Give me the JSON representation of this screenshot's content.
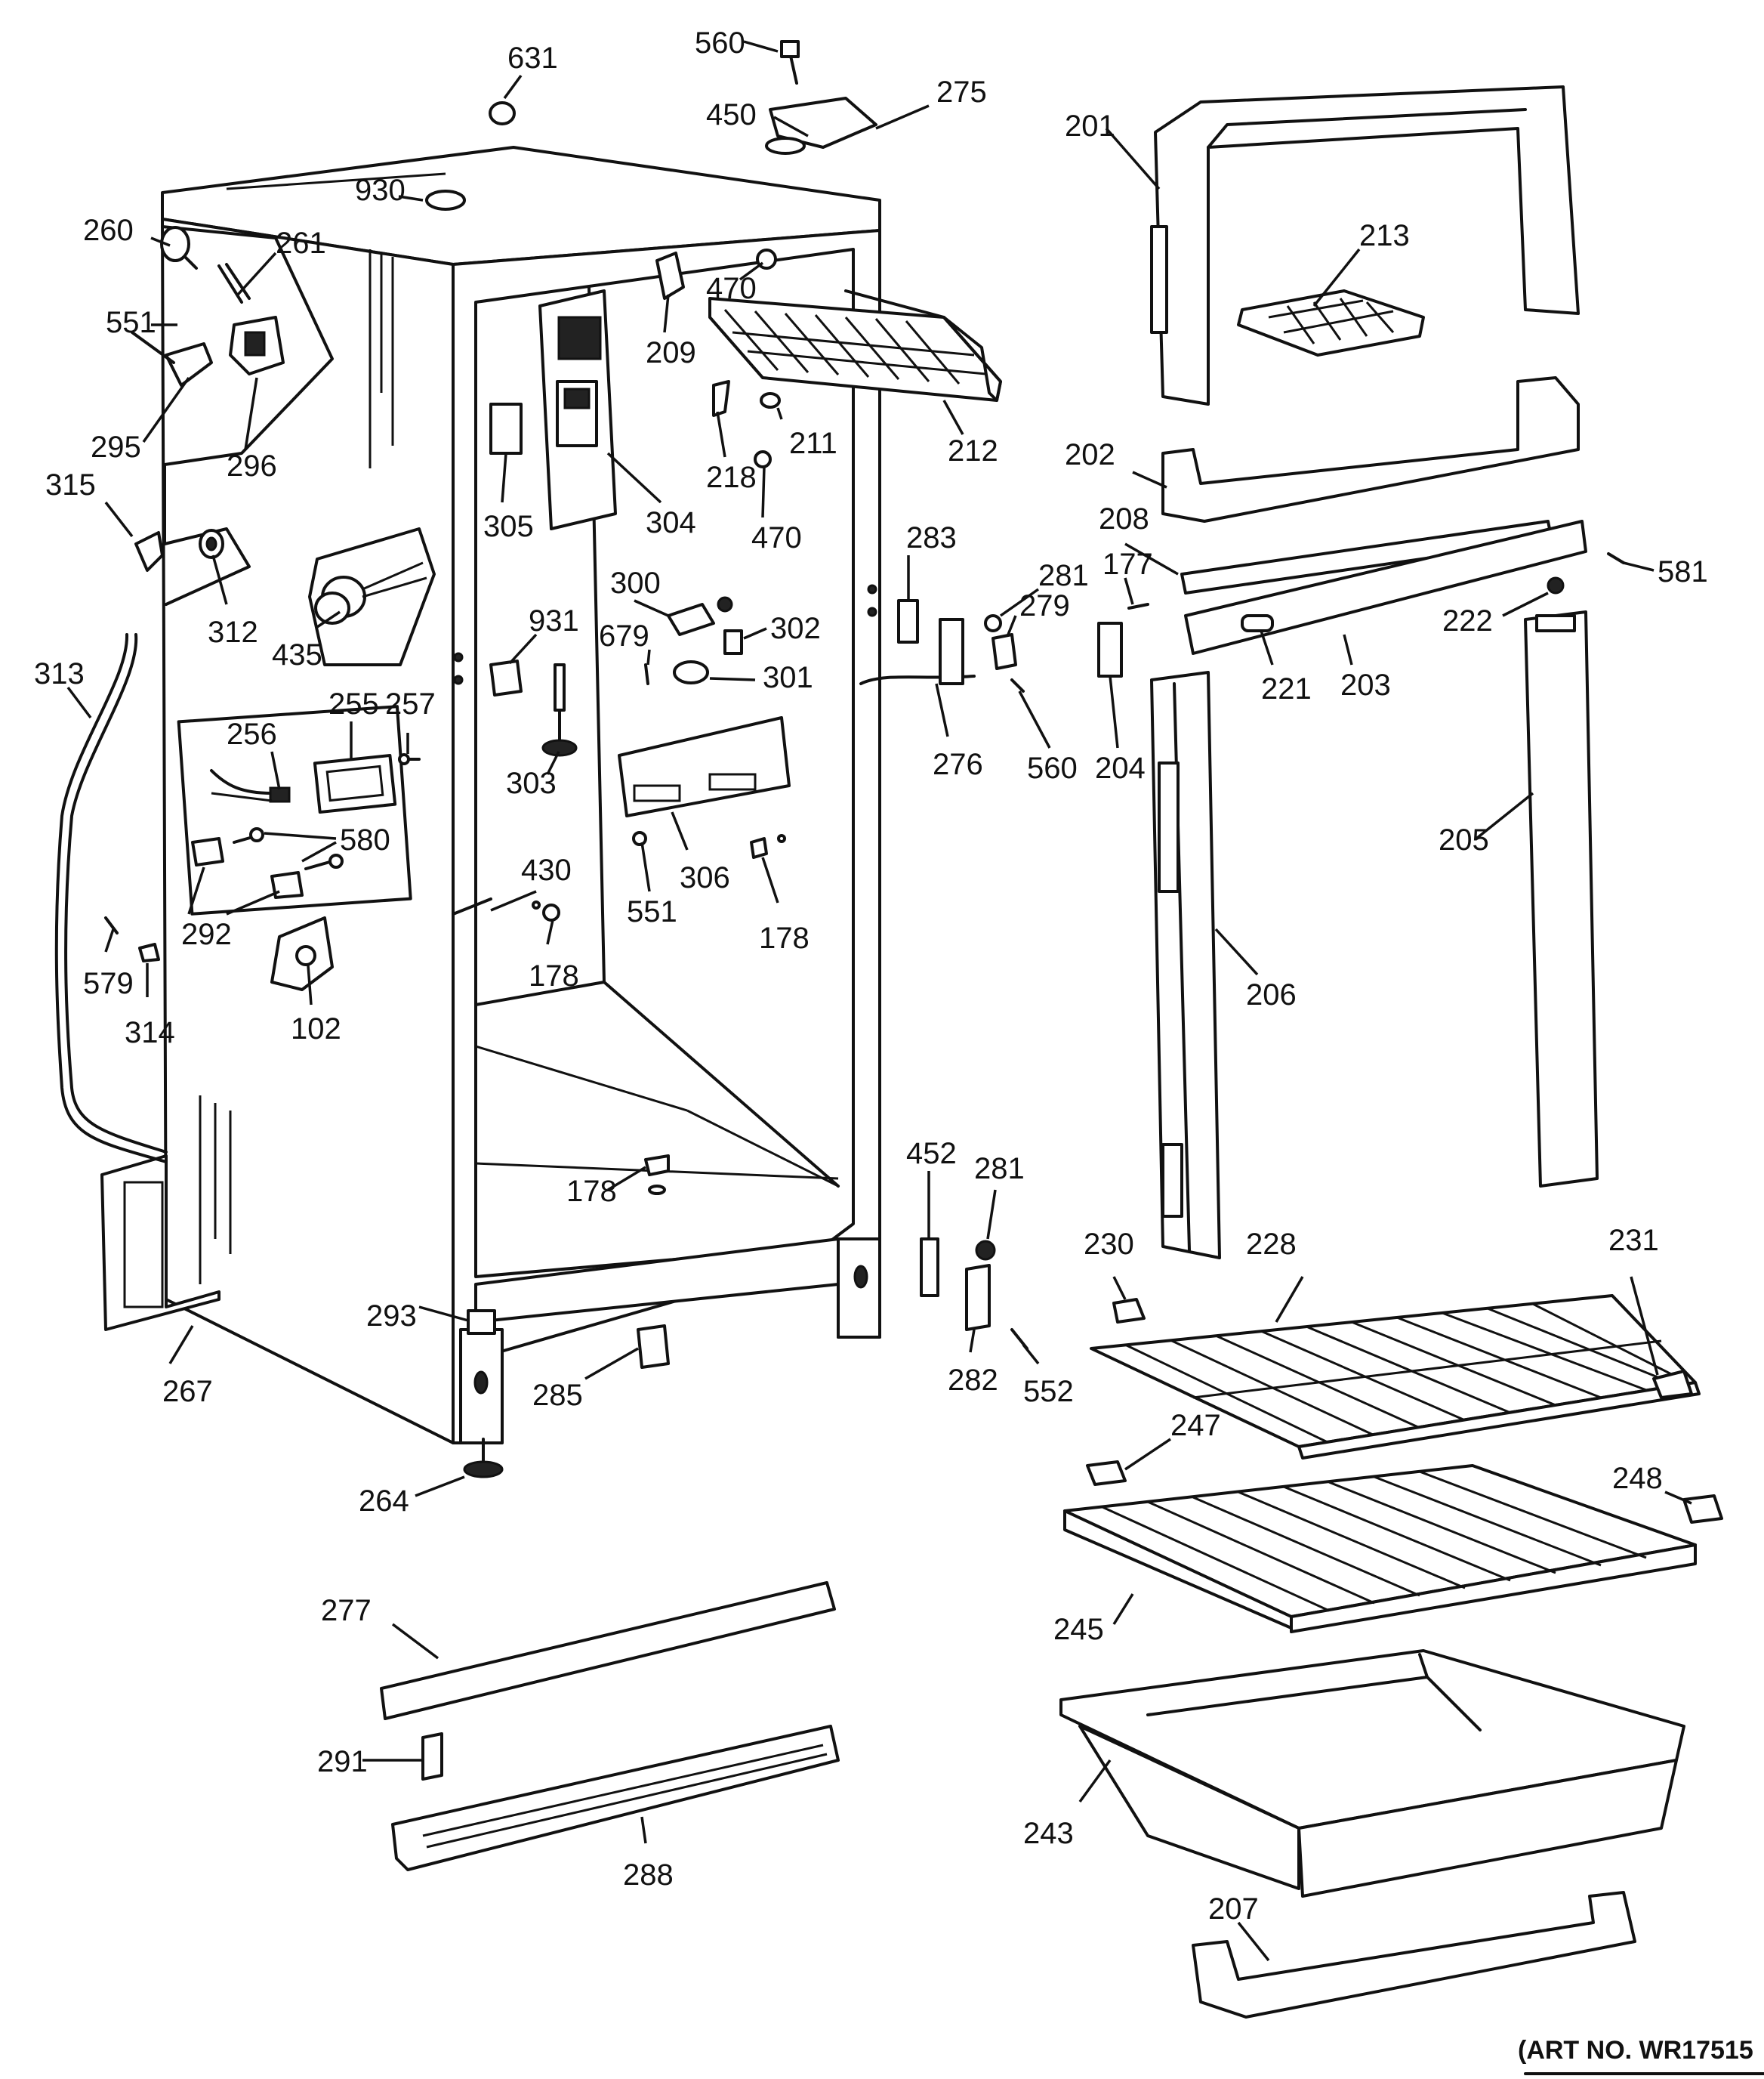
{
  "art_number": "(ART NO. WR17515",
  "part_labels": [
    "631",
    "560",
    "275",
    "450",
    "201",
    "930",
    "260",
    "261",
    "470",
    "213",
    "551",
    "209",
    "212",
    "218",
    "211",
    "295",
    "296",
    "202",
    "305",
    "304",
    "470",
    "315",
    "208",
    "283",
    "312",
    "581",
    "281",
    "177",
    "279",
    "300",
    "222",
    "313",
    "302",
    "679",
    "301",
    "221",
    "203",
    "435",
    "931",
    "257",
    "276",
    "560",
    "204",
    "256",
    "255",
    "303",
    "306",
    "205",
    "580",
    "430",
    "551",
    "178",
    "292",
    "206",
    "579",
    "178",
    "314",
    "102",
    "178",
    "452",
    "281",
    "230",
    "228",
    "231",
    "293",
    "267",
    "285",
    "282",
    "552",
    "247",
    "264",
    "248",
    "277",
    "245",
    "291",
    "243",
    "288",
    "207"
  ]
}
